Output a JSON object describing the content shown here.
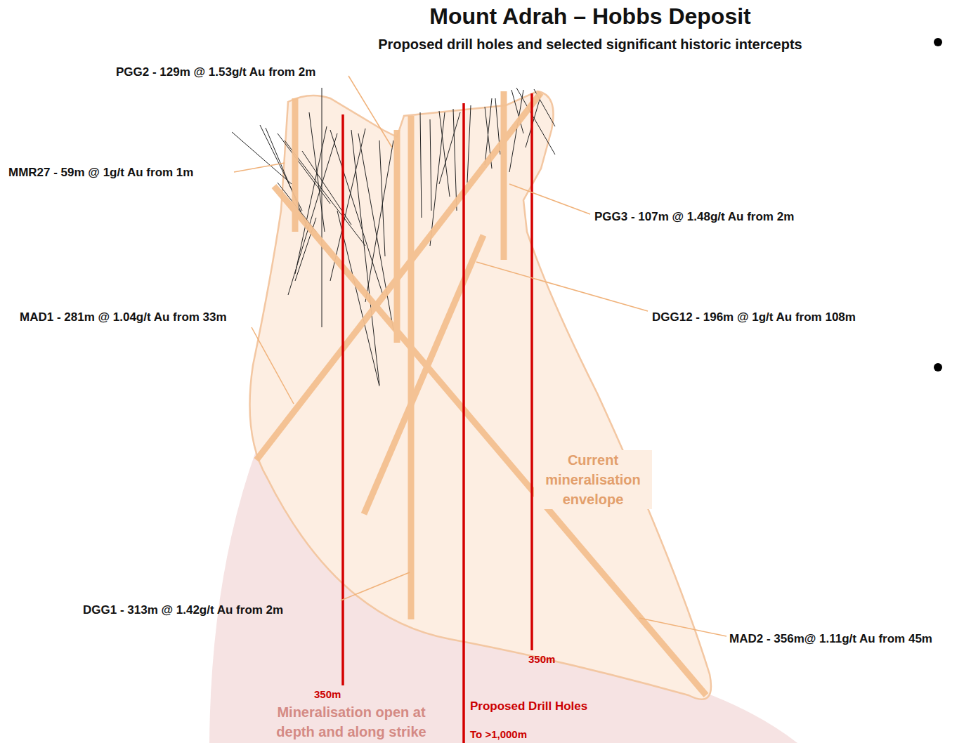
{
  "diagram": {
    "title": "Mount Adrah – Hobbs Deposit",
    "labels": [
      "Proposed drill holes and selected significant historic intercepts",
      "PGG2 - 129m @ 1.53g/t Au from 2m",
      "MMR27 - 59m @ 1g/t Au from 1m",
      "PGG3 - 107m @ 1.48g/t Au from 2m",
      "MAD1 - 281m @ 1.04g/t Au from 33m",
      "DGG12 - 196m @ 1g/t Au from 108m",
      "Current mineralisation envelope",
      "DGG1 - 313m @ 1.42g/t Au from 2m",
      "MAD2 - 356m@ 1.11g/t Au from 45m",
      "350m",
      "350m",
      "Mineralisation open at depth and along strike",
      "Proposed Drill Holes",
      "To >1,000m"
    ]
  }
}
